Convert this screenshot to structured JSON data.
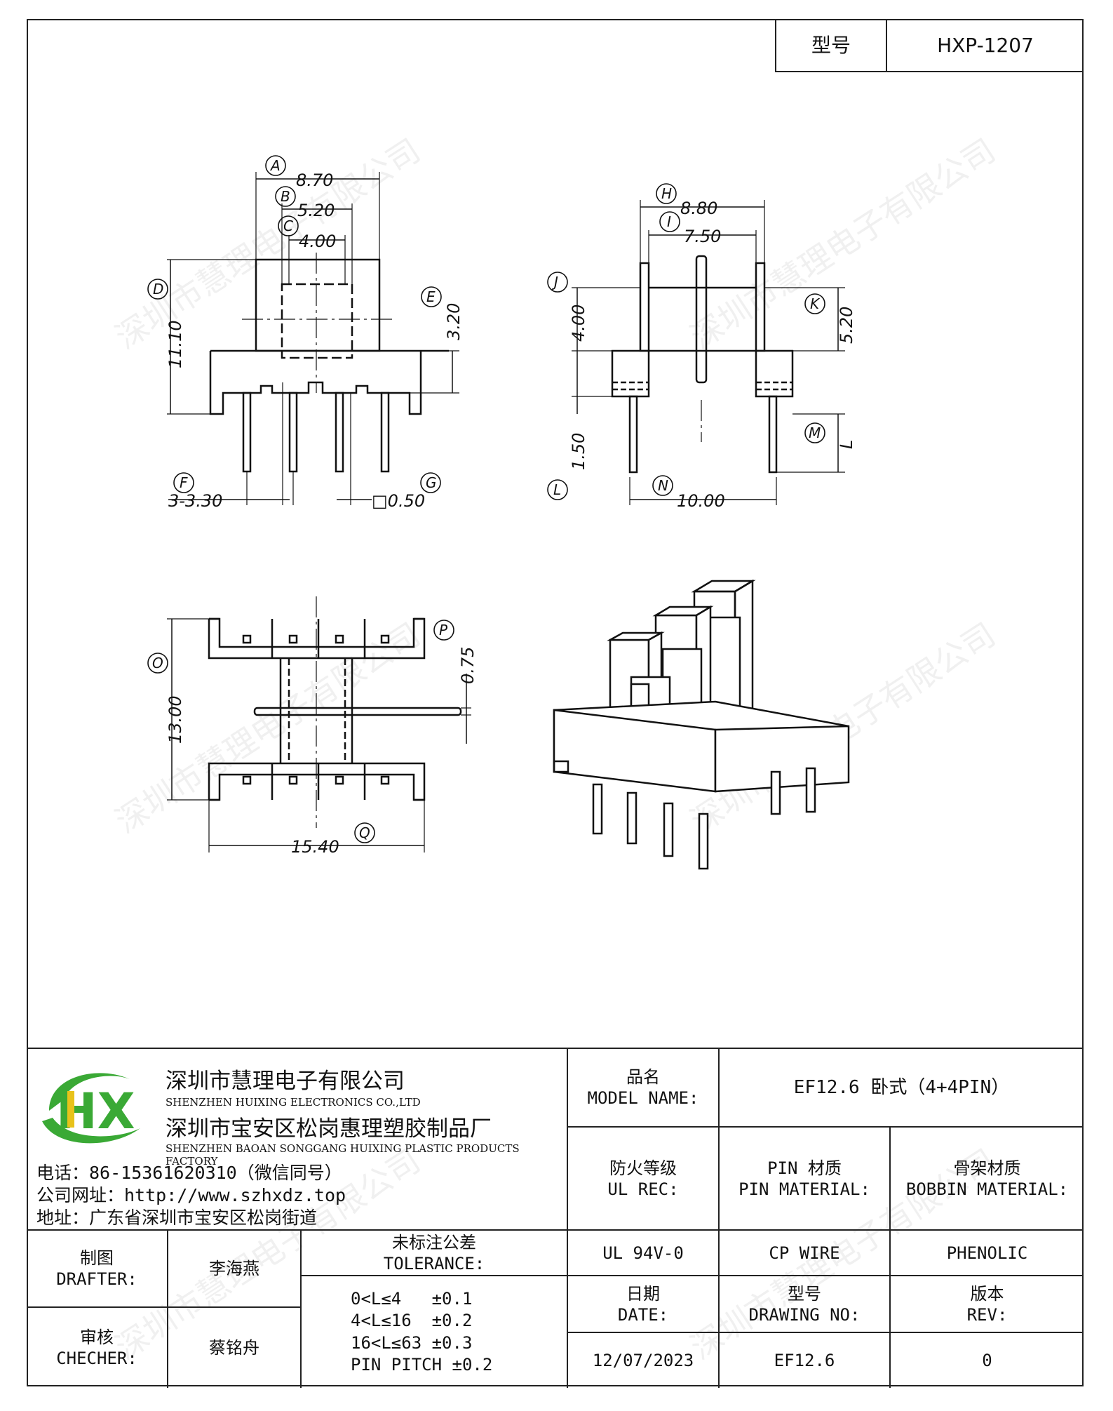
{
  "header": {
    "type_label": "型号",
    "type_value": "HXP-1207"
  },
  "watermark": "深圳市慧理电子有限公司",
  "company": {
    "name_cn": "深圳市慧理电子有限公司",
    "name_en": "SHENZHEN HUIXING ELECTRONICS CO.,LTD",
    "factory_cn": "深圳市宝安区松岗惠理塑胶制品厂",
    "factory_en": "SHENZHEN BAOAN SONGGANG HUIXING PLASTIC PRODUCTS FACTORY",
    "phone": "电话：86-15361620310（微信同号）",
    "website": "公司网址：http://www.szhxdz.top",
    "address": "地址：广东省深圳市宝安区松岗街道",
    "logo_text": "HX",
    "colors": {
      "logo_green": "#3aa935",
      "logo_yellow": "#e8c21a",
      "logo_dark": "#1f6e2a"
    }
  },
  "title_block": {
    "model_name_label_cn": "品名",
    "model_name_label_en": "MODEL NAME:",
    "model_name_value": "EF12.6 卧式（4+4PIN）",
    "ul_label_cn": "防火等级",
    "ul_label_en": "UL REC:",
    "ul_value": "UL 94V-0",
    "pin_label_cn": "PIN 材质",
    "pin_label_en": "PIN MATERIAL:",
    "pin_value": "CP WIRE",
    "bobbin_label_cn": "骨架材质",
    "bobbin_label_en": "BOBBIN MATERIAL:",
    "bobbin_value": "PHENOLIC",
    "drafter_label_cn": "制图",
    "drafter_label_en": "DRAFTER:",
    "drafter_value": "李海燕",
    "checker_label_cn": "审核",
    "checker_label_en": "CHECHER:",
    "checker_value": "蔡铭舟",
    "tolerance_label_cn": "未标注公差",
    "tolerance_label_en": "TOLERANCE:",
    "tolerance_lines": [
      "0<L≤4   ±0.1",
      "4<L≤16  ±0.2",
      "16<L≤63 ±0.3",
      "PIN PITCH ±0.2"
    ],
    "date_label_cn": "日期",
    "date_label_en": "DATE:",
    "date_value": "12/07/2023",
    "drawing_label_cn": "型号",
    "drawing_label_en": "DRAWING NO:",
    "drawing_value": "EF12.6",
    "rev_label_cn": "版本",
    "rev_label_en": "REV:",
    "rev_value": "0"
  },
  "dimensions": {
    "A": "8.70",
    "B": "5.20",
    "C": "4.00",
    "D": "11.10",
    "E": "3.20",
    "F": "3-3.30",
    "G": "□0.50",
    "H": "8.80",
    "I": "7.50",
    "J": "4.00",
    "K": "5.20",
    "L": "1.50",
    "M": "L",
    "N": "10.00",
    "O": "13.00",
    "P": "0.75",
    "Q": "15.40"
  },
  "labels": [
    "A",
    "B",
    "C",
    "D",
    "E",
    "F",
    "G",
    "H",
    "I",
    "J",
    "K",
    "L",
    "M",
    "N",
    "O",
    "P",
    "Q"
  ]
}
